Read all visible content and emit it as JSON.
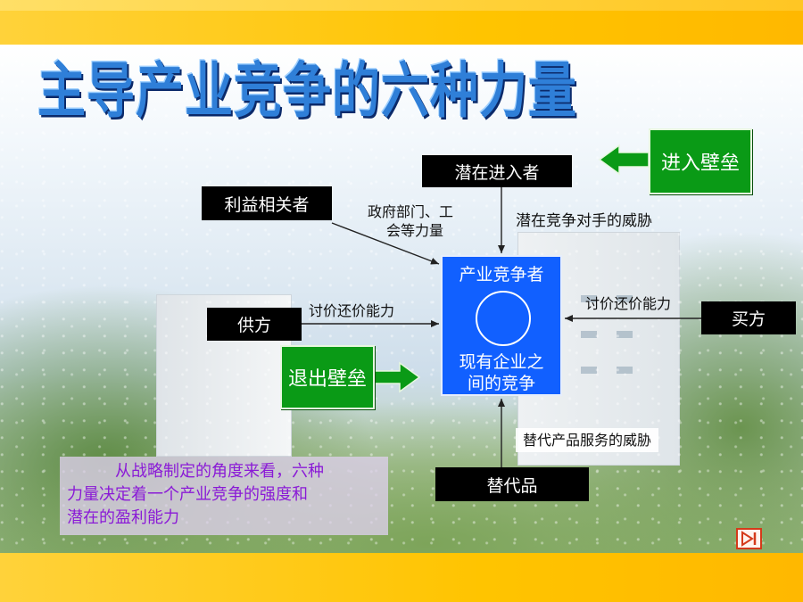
{
  "title": "主导产业竞争的六种力量",
  "nodes": {
    "potential_entrants": "潜在进入者",
    "stakeholders": "利益相关者",
    "suppliers": "供方",
    "buyers": "买方",
    "substitutes": "替代品",
    "center_top": "产业竞争者",
    "center_bottom_line1": "现有企业之",
    "center_bottom_line2": "间的竞争",
    "entry_barrier": "进入壁垒",
    "exit_barrier": "退出壁垒"
  },
  "edge_labels": {
    "government_line1": "政府部门、工",
    "government_line2": "会等力量",
    "entrant_threat": "潜在竞争对手的威胁",
    "supplier_power": "讨价还价能力",
    "buyer_power": "讨价还价能力",
    "substitute_threat": "替代产品服务的威胁"
  },
  "note": {
    "line1": "从战略制定的角度来看，六种",
    "line2": "力量决定着一个产业竞争的强度和",
    "line3": "潜在的盈利能力"
  },
  "colors": {
    "band": "#ffc400",
    "title": "#2f7fd8",
    "center_box": "#1160ff",
    "green_box": "#0a9a16",
    "note_text": "#8a1ad6"
  }
}
